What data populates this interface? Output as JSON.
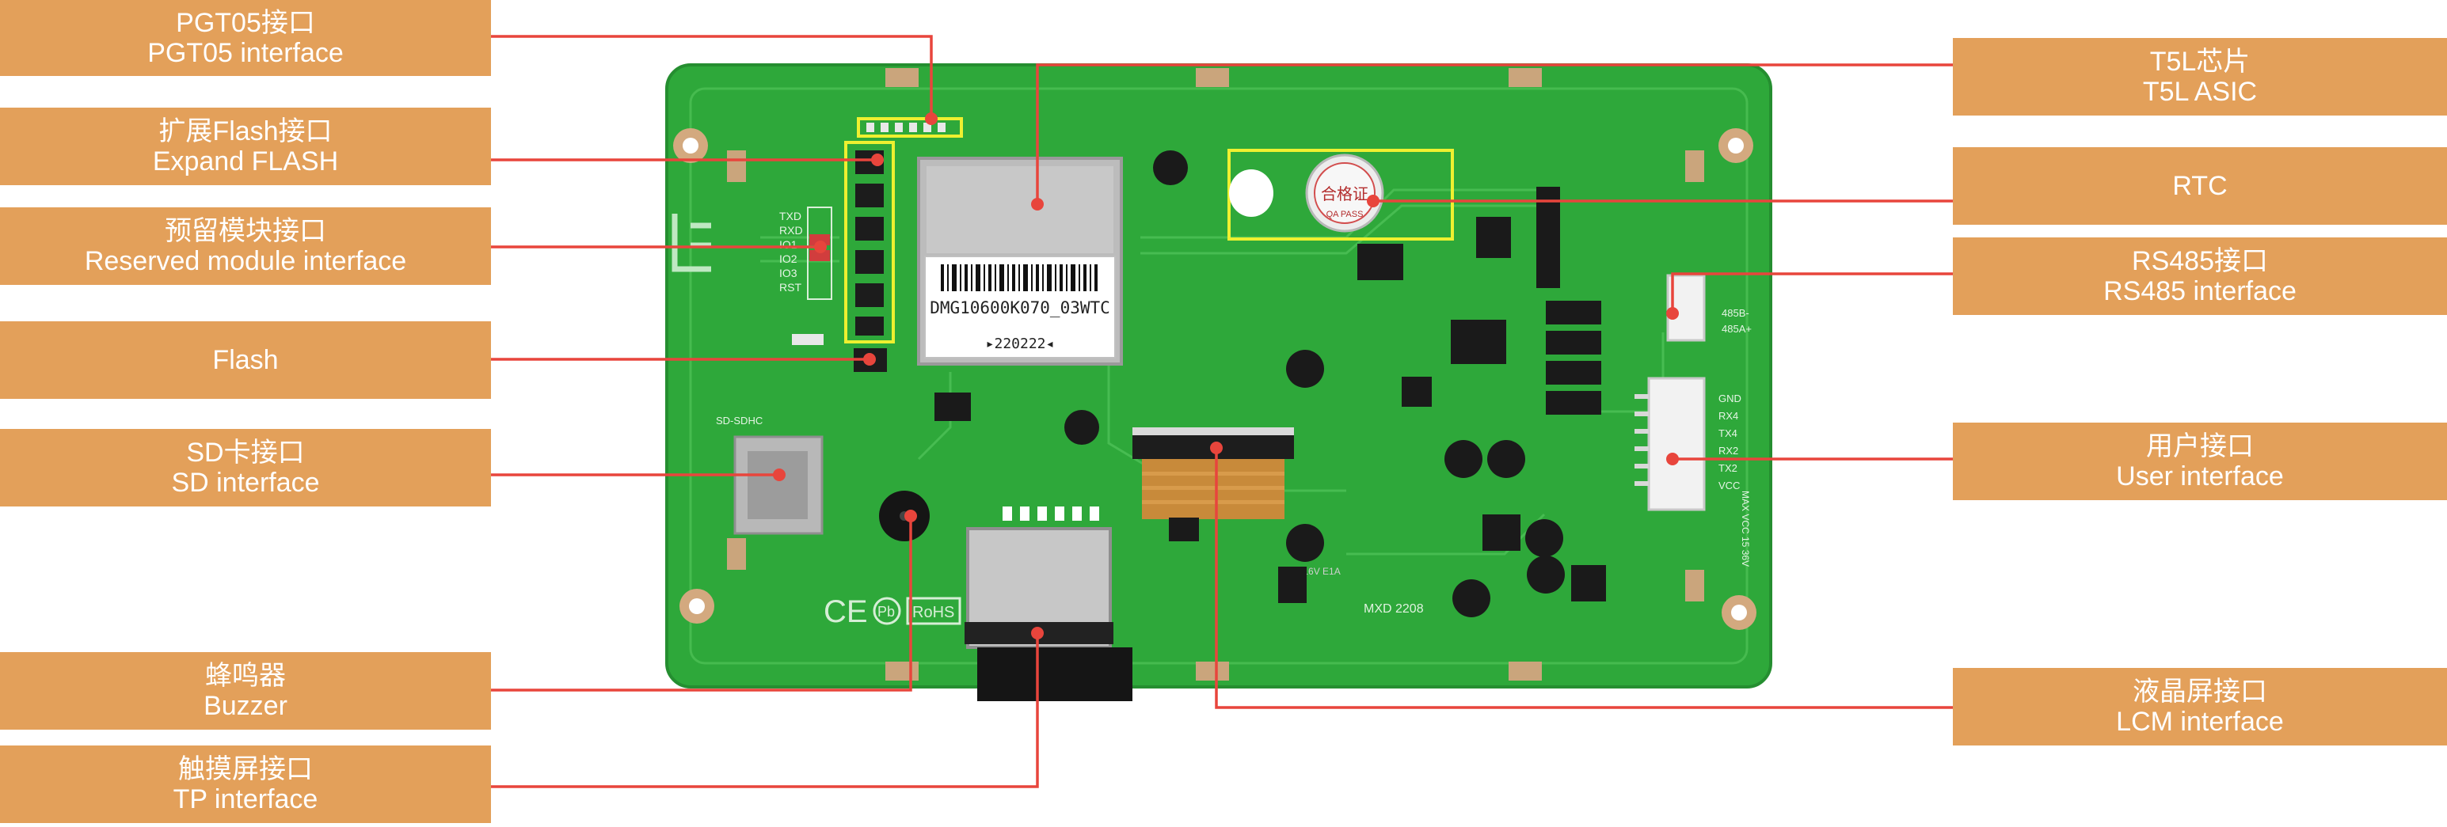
{
  "labels": [
    {
      "id": "pgt05",
      "cn": "PGT05接口",
      "en": "PGT05 interface"
    },
    {
      "id": "expand-flash",
      "cn": "扩展Flash接口",
      "en": "Expand FLASH"
    },
    {
      "id": "reserved-module",
      "cn": "预留模块接口",
      "en": "Reserved module interface"
    },
    {
      "id": "flash",
      "cn": "",
      "en": "Flash"
    },
    {
      "id": "sd",
      "cn": "SD卡接口",
      "en": "SD interface"
    },
    {
      "id": "buzzer",
      "cn": "蜂鸣器",
      "en": "Buzzer"
    },
    {
      "id": "tp",
      "cn": "触摸屏接口",
      "en": "TP interface"
    },
    {
      "id": "t5l",
      "cn": "T5L芯片",
      "en": "T5L ASIC"
    },
    {
      "id": "rtc",
      "cn": "",
      "en": "RTC"
    },
    {
      "id": "rs485",
      "cn": "RS485接口",
      "en": "RS485 interface"
    },
    {
      "id": "user",
      "cn": "用户接口",
      "en": "User interface"
    },
    {
      "id": "lcm",
      "cn": "液晶屏接口",
      "en": "LCM interface"
    }
  ],
  "board": {
    "module_label": "DMG10600K070_03WTC",
    "module_date": "▸220222◂",
    "silk_mark": "MXD 2208",
    "cert_marks": [
      "CE",
      "Pb",
      "RoHS"
    ],
    "sd_silk": "SD-SDHC",
    "coin_cell_text": "合格证",
    "coin_cell_sub": "QA PASS",
    "side_pins": [
      "TXD",
      "RXD",
      "IO1",
      "IO2",
      "IO3",
      "RST"
    ],
    "rs485_pins": [
      "485B-",
      "485A+"
    ],
    "user_pins": [
      "GND",
      "RX4",
      "TX4",
      "RX2",
      "TX2",
      "VCC"
    ],
    "vcc_note": "MAX VCC 15 36V",
    "cap_text": "100 16V E1A"
  },
  "colors": {
    "label_bg": "#e3a05a",
    "leader": "#e8453c",
    "pcb": "#2ea83a",
    "highlight": "#eef030"
  }
}
